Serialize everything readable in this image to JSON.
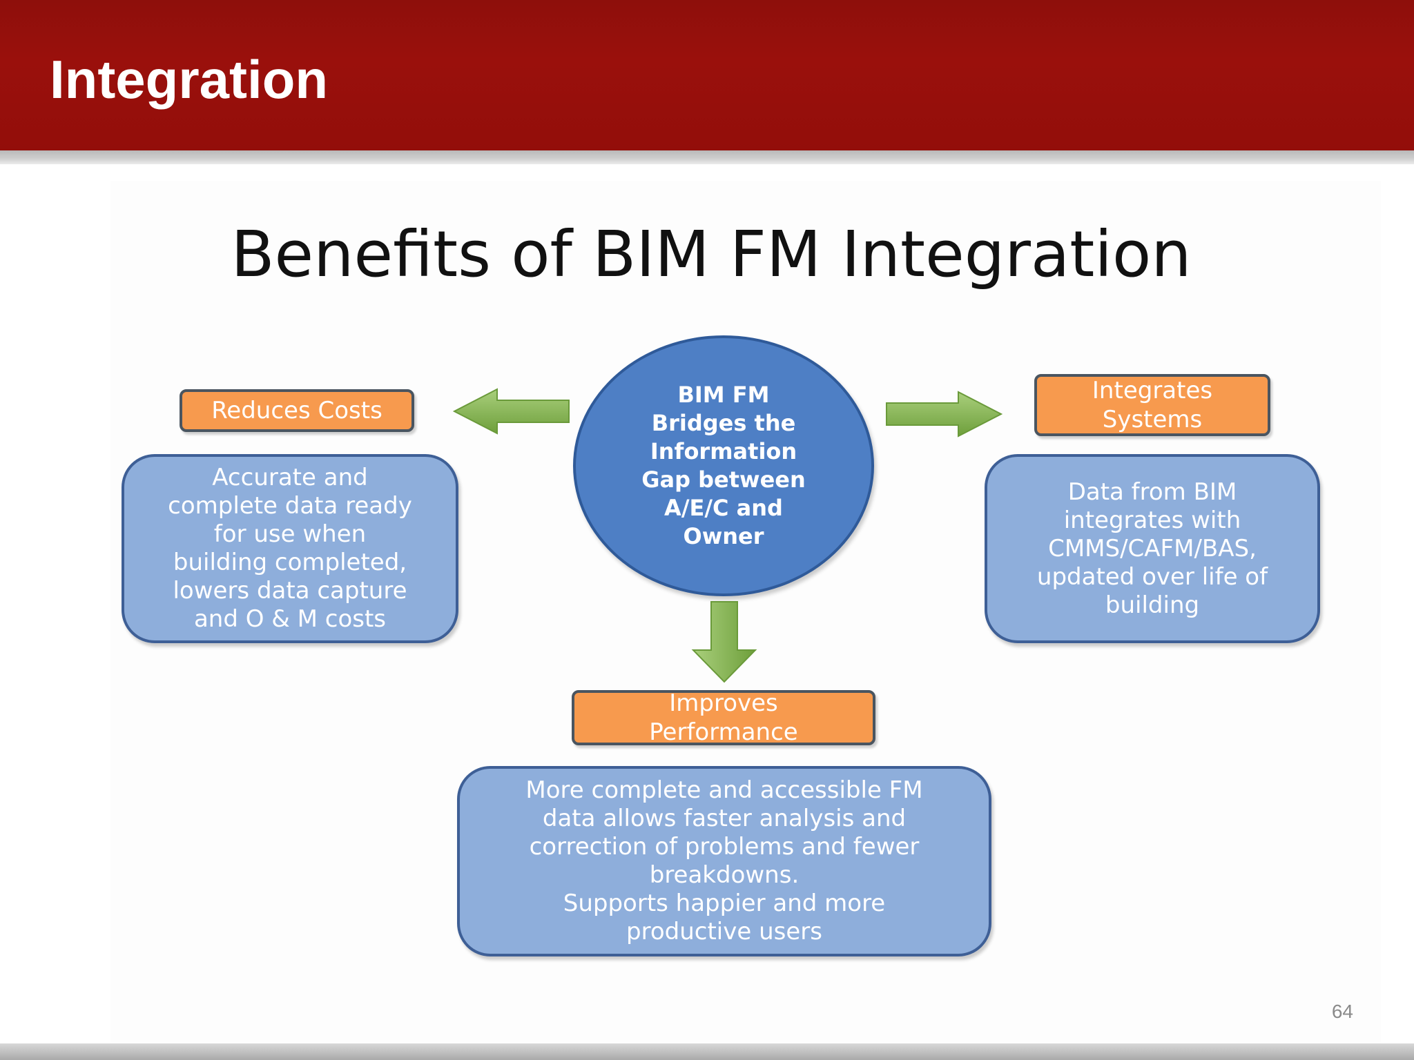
{
  "slide": {
    "heading": "Integration",
    "page_number": "64",
    "colors": {
      "header": "#9a100c",
      "orange": "#f79a4e",
      "blue_box": "#8eaedb",
      "circle": "#4e7fc5",
      "arrow": "#7fae4a"
    }
  },
  "diagram": {
    "title": "Benefits of BIM FM Integration",
    "center": "BIM FM\nBridges the\nInformation\nGap between\nA/E/C and\nOwner",
    "left": {
      "label": "Reduces Costs",
      "text": "Accurate and\ncomplete data ready\nfor use when\nbuilding completed,\nlowers data capture\nand O & M costs"
    },
    "right": {
      "label": "Integrates\nSystems",
      "text": "Data from BIM\nintegrates with\nCMMS/CAFM/BAS,\nupdated over life of\nbuilding"
    },
    "bottom": {
      "label": "Improves\nPerformance",
      "text": "More complete and accessible FM\ndata allows faster analysis and\ncorrection of problems and fewer\nbreakdowns.\nSupports happier and more\nproductive users"
    }
  }
}
